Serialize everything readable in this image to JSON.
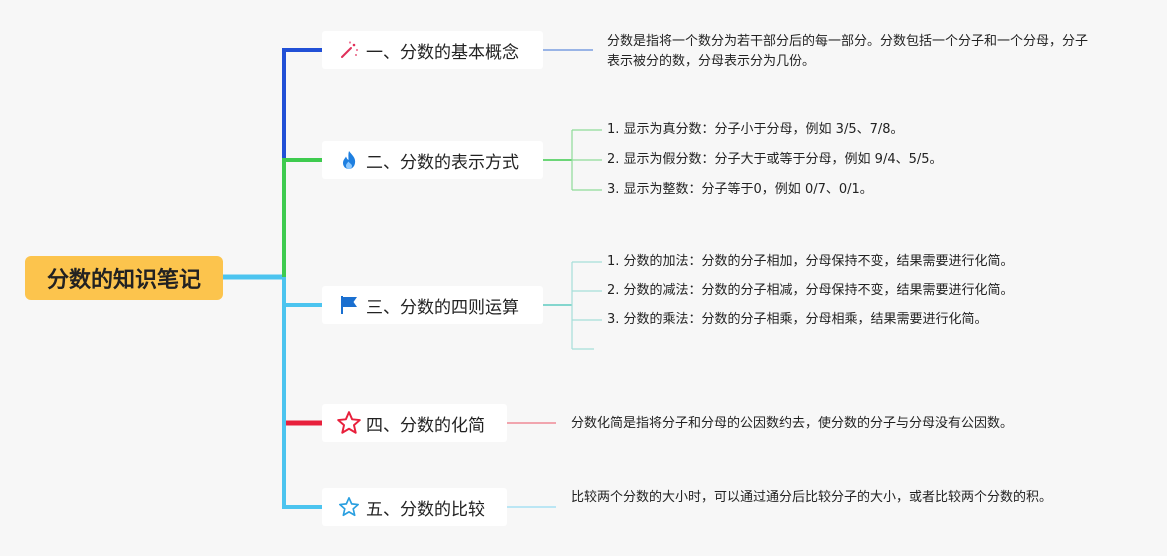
{
  "root": {
    "title": "分数的知识笔记",
    "color": "#fcc44d"
  },
  "topics": [
    {
      "label": "一、分数的基本概念",
      "icon": "magic-wand-icon",
      "color": "#2150d6",
      "note": "分数是指将一个数分为若干部分后的每一部分。分数包括一个分子和一个分母，分子表示被分的数，分母表示分为几份。"
    },
    {
      "label": "二、分数的表示方式",
      "icon": "flame-icon",
      "color": "#3ecb4f",
      "items": [
        "1. 显示为真分数：分子小于分母，例如 3/5、7/8。",
        "2. 显示为假分数：分子大于或等于分母，例如 9/4、5/5。",
        "3. 显示为整数：分子等于0，例如 0/7、0/1。"
      ]
    },
    {
      "label": "三、分数的四则运算",
      "icon": "flag-icon",
      "color": "#5ecbc0",
      "items": [
        "1. 分数的加法：分数的分子相加，分母保持不变，结果需要进行化简。",
        "2. 分数的减法：分数的分子相减，分母保持不变，结果需要进行化简。",
        "3. 分数的乘法：分数的分子相乘，分母相乘，结果需要进行化简。"
      ]
    },
    {
      "label": "四、分数的化简",
      "icon": "star-outline-red-icon",
      "color": "#e8203c",
      "note": "分数化简是指将分子和分母的公因数约去，使分数的分子与分母没有公因数。"
    },
    {
      "label": "五、分数的比较",
      "icon": "star-outline-blue-icon",
      "color": "#4cc4ef",
      "note": "比较两个分数的大小时，可以通过通分后比较分子的大小，或者比较两个分数的积。"
    }
  ]
}
